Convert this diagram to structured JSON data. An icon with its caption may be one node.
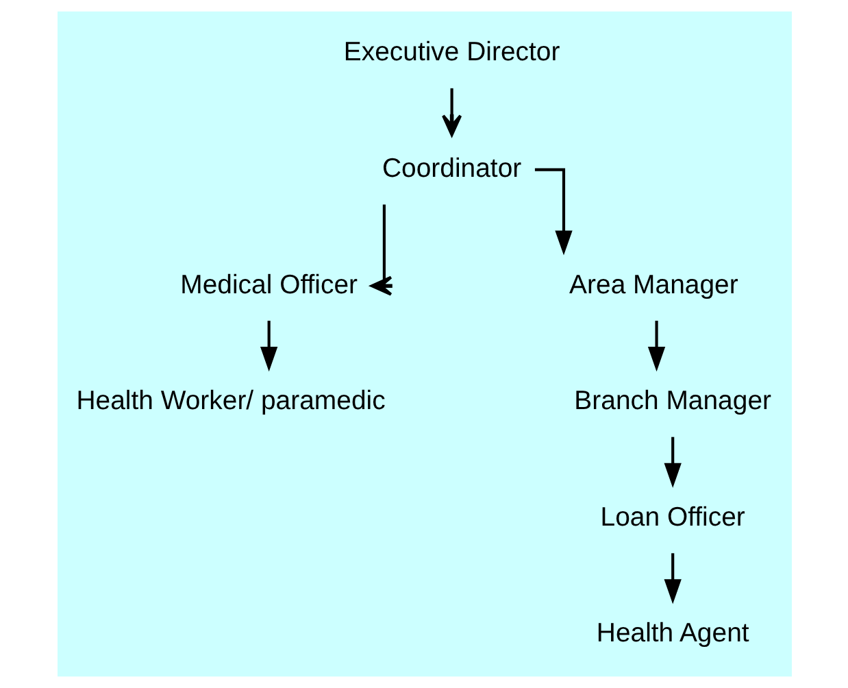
{
  "diagram": {
    "nodes": [
      {
        "text": [
          "Executive Director"
        ]
      },
      {
        "text": [
          "Coordinator"
        ]
      },
      {
        "text": [
          "Medical Officer"
        ]
      },
      {
        "text": [
          "Health Worker/ paramedic"
        ]
      },
      {
        "text": [
          "Area Manager"
        ]
      },
      {
        "text": [
          "Branch Manager"
        ]
      },
      {
        "text": [
          "Loan Officer"
        ]
      },
      {
        "text": [
          "Health Agent"
        ]
      }
    ],
    "edges": [
      {
        "from": 0,
        "to": 1,
        "arrow": "to"
      },
      {
        "from": 1,
        "to": 2,
        "arrow": "to"
      },
      {
        "from": 1,
        "to": 4,
        "arrow": "to"
      },
      {
        "from": 2,
        "to": 3,
        "arrow": "to"
      },
      {
        "from": 4,
        "to": 5,
        "arrow": "to"
      },
      {
        "from": 5,
        "to": 6,
        "arrow": "to"
      },
      {
        "from": 6,
        "to": 7,
        "arrow": "to"
      }
    ]
  }
}
